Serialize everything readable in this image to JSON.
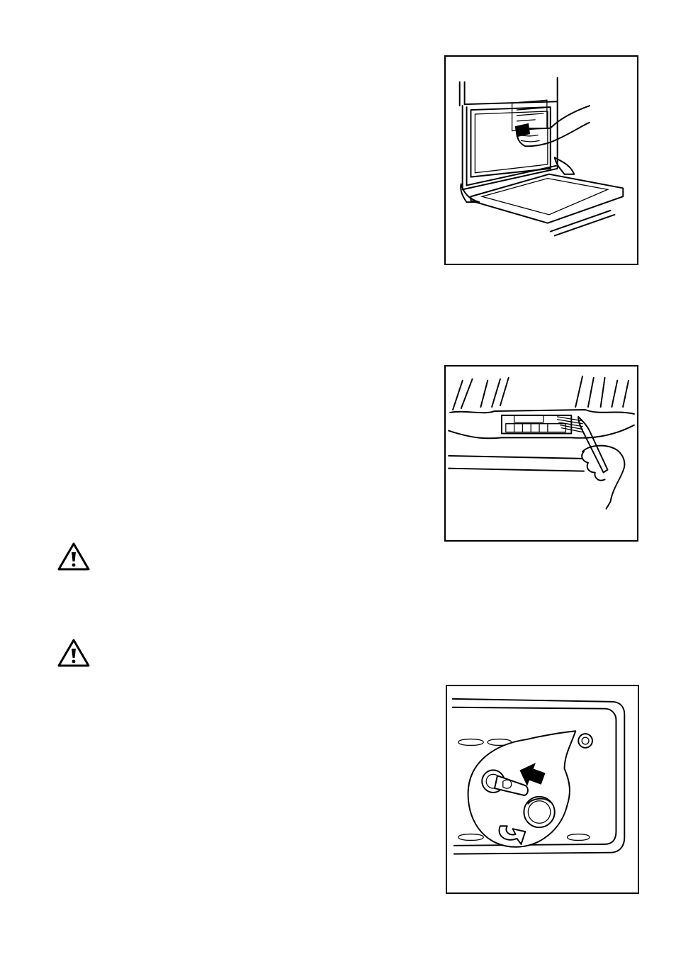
{
  "page": {
    "figures": [
      {
        "icon": "oven-interior-cleaning-illustration"
      },
      {
        "icon": "control-panel-cleaning-illustration"
      },
      {
        "icon": "oven-lamp-replacement-illustration"
      }
    ],
    "warnings": [
      {
        "icon": "warning-triangle-icon"
      },
      {
        "icon": "warning-triangle-icon"
      }
    ]
  }
}
